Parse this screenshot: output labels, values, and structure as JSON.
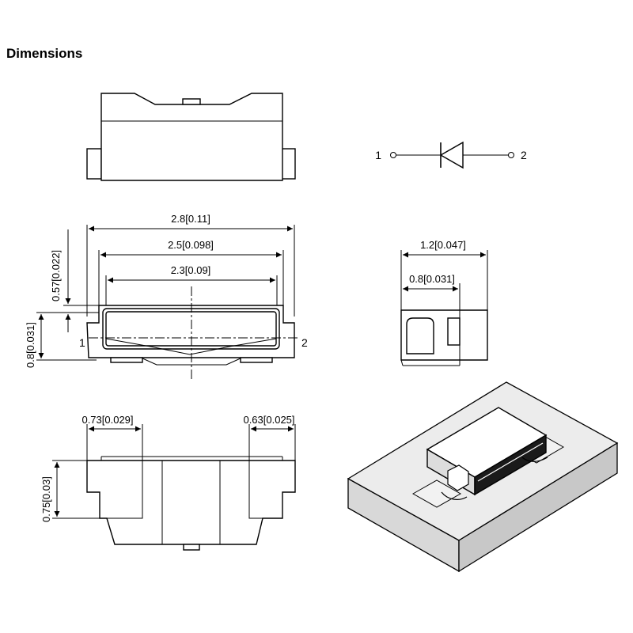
{
  "title": "Dimensions",
  "symbol": {
    "pin1": "1",
    "pin2": "2",
    "type": "diode"
  },
  "front_view": {
    "overall_length": "2.8[0.11]",
    "lens_length": "2.5[0.098]",
    "window_length": "2.3[0.09]",
    "lens_height": "0.57[0.022]",
    "overall_height": "0.8[0.031]",
    "pin1": "1",
    "pin2": "2"
  },
  "side_view": {
    "overall_width": "1.2[0.047]",
    "body_width": "0.8[0.031]"
  },
  "bottom_view": {
    "left_pad": "0.73[0.029]",
    "right_pad": "0.63[0.025]",
    "pad_height": "0.75[0.03]"
  },
  "colors": {
    "line": "#000000",
    "iso_top": "#e6e6e6",
    "iso_shadow": "#cfcfcf"
  }
}
